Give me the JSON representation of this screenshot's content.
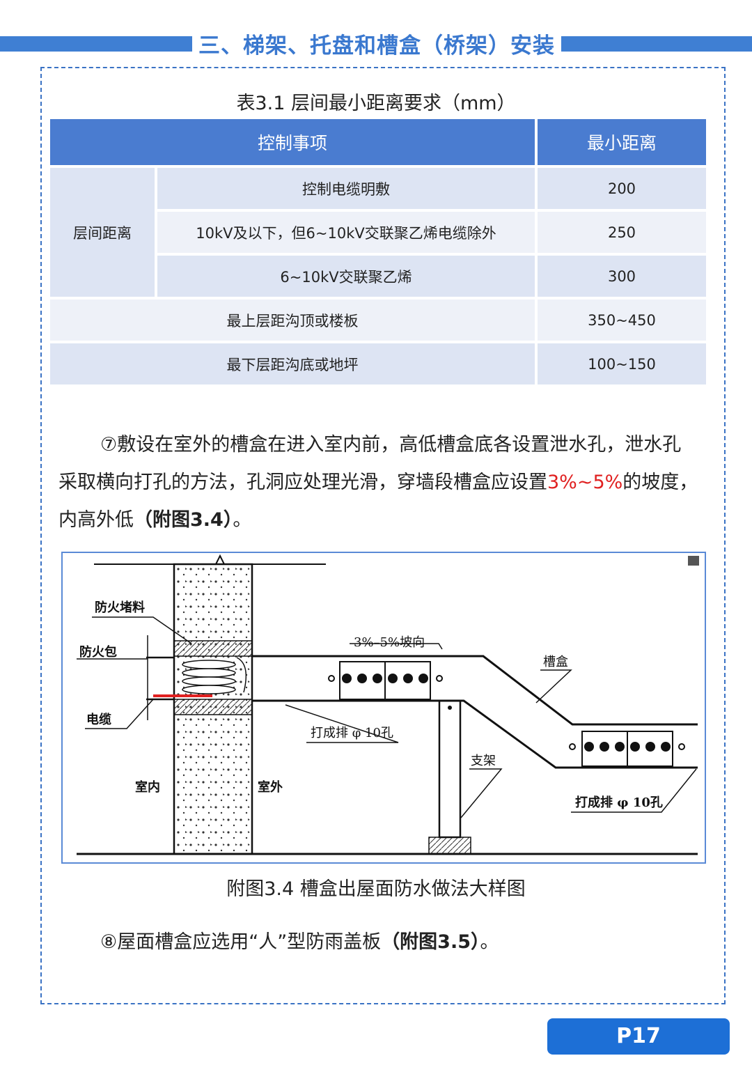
{
  "header": {
    "title": "三、梯架、托盘和槽盒（桥架）安装"
  },
  "table": {
    "caption": "表3.1 层间最小距离要求（mm）",
    "col_headers": [
      "控制事项",
      "最小距离"
    ],
    "group_label": "层间距离",
    "rows": [
      {
        "item": "控制电缆明敷",
        "value": "200"
      },
      {
        "item": "10kV及以下，但6~10kV交联聚乙烯电缆除外",
        "value": "250"
      },
      {
        "item": "6~10kV交联聚乙烯",
        "value": "300"
      },
      {
        "item": "最上层距沟顶或楼板",
        "value": "350~450"
      },
      {
        "item": "最下层距沟底或地坪",
        "value": "100~150"
      }
    ]
  },
  "paragraph7": {
    "part1": "⑦敷设在室外的槽盒在进入室内前，高低槽盒底各设置泄水孔，泄水孔采取横向打孔的方法，孔洞应处理光滑，穿墙段槽盒应设置",
    "highlight": "3%~5%",
    "part2": "的坡度，内高外低",
    "ref": "（附图3.4）",
    "end": "。"
  },
  "figure": {
    "labels": {
      "fire_seal": "防火堵料",
      "fire_bag": "防火包",
      "cable": "电缆",
      "indoor": "室内",
      "outdoor": "室外",
      "slope": "3%–5%坡向",
      "trough": "槽盒",
      "holes1": "打成排 φ 10孔",
      "bracket": "支架",
      "holes2": "打成排 φ 10孔"
    },
    "caption": "附图3.4 槽盒出屋面防水做法大样图"
  },
  "paragraph8": {
    "text": "⑧屋面槽盒应选用“人”型防雨盖板",
    "ref": "（附图3.5）",
    "end": "。"
  },
  "footer": {
    "page": "P17"
  },
  "colors": {
    "accent": "#3a78cf",
    "table_header": "#4a7cd0",
    "highlight": "#e02020"
  }
}
